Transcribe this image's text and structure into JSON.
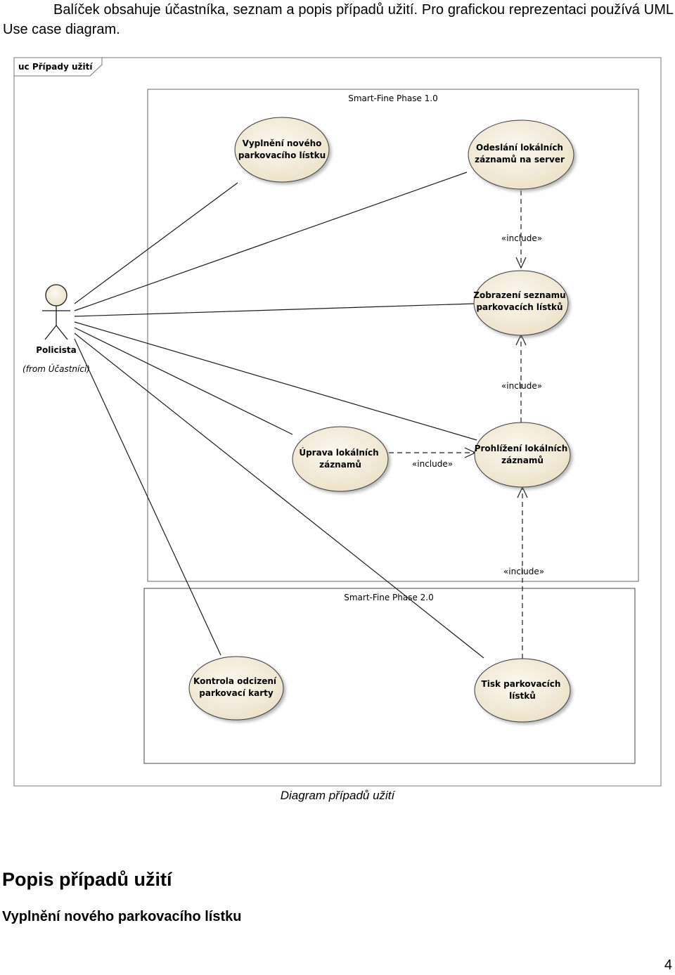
{
  "intro_text": "Balíček obsahuje účastníka, seznam a popis případů užití. Pro grafickou reprezentaci používá UML Use case diagram.",
  "diagram": {
    "frame_label": "uc Případy užití",
    "packages": [
      {
        "id": "p1",
        "label": "Smart-Fine Phase 1.0"
      },
      {
        "id": "p2",
        "label": "Smart-Fine Phase 2.0"
      }
    ],
    "actor": {
      "name": "Policista",
      "origin": "(from Účastníci)"
    },
    "use_cases": [
      {
        "id": "uc1",
        "lines": [
          "Vyplnění nového",
          "parkovacího lístku"
        ]
      },
      {
        "id": "uc2",
        "lines": [
          "Odeslání lokálních",
          "záznamů na server"
        ]
      },
      {
        "id": "uc3",
        "lines": [
          "Zobrazení seznamu",
          "parkovacích lístků"
        ]
      },
      {
        "id": "uc4",
        "lines": [
          "Úprava lokálních",
          "záznamů"
        ]
      },
      {
        "id": "uc5",
        "lines": [
          "Prohlížení lokálních",
          "záznamů"
        ]
      },
      {
        "id": "uc6",
        "lines": [
          "Kontrola odcizení",
          "parkovací karty"
        ]
      },
      {
        "id": "uc7",
        "lines": [
          "Tisk parkovacích",
          "lístků"
        ]
      }
    ],
    "associations": [
      "uc1",
      "uc2",
      "uc3",
      "uc4",
      "uc5",
      "uc6",
      "uc7"
    ],
    "includes": [
      {
        "from": "uc2",
        "to": "uc3",
        "label": "«include»"
      },
      {
        "from": "uc5",
        "to": "uc3",
        "label": "«include»"
      },
      {
        "from": "uc4",
        "to": "uc5",
        "label": "«include»"
      },
      {
        "from": "uc7",
        "to": "uc5",
        "label": "«include»"
      }
    ]
  },
  "caption": "Diagram případů užití",
  "section_title": "Popis případů užití",
  "subsection_title": "Vyplnění nového parkovacího lístku",
  "page_number": "4",
  "colors": {
    "use_case_fill": "#f2ead8",
    "use_case_stroke": "#3a3a3a",
    "actor_fill": "#f2ead8",
    "line": "#1a1a1a"
  }
}
